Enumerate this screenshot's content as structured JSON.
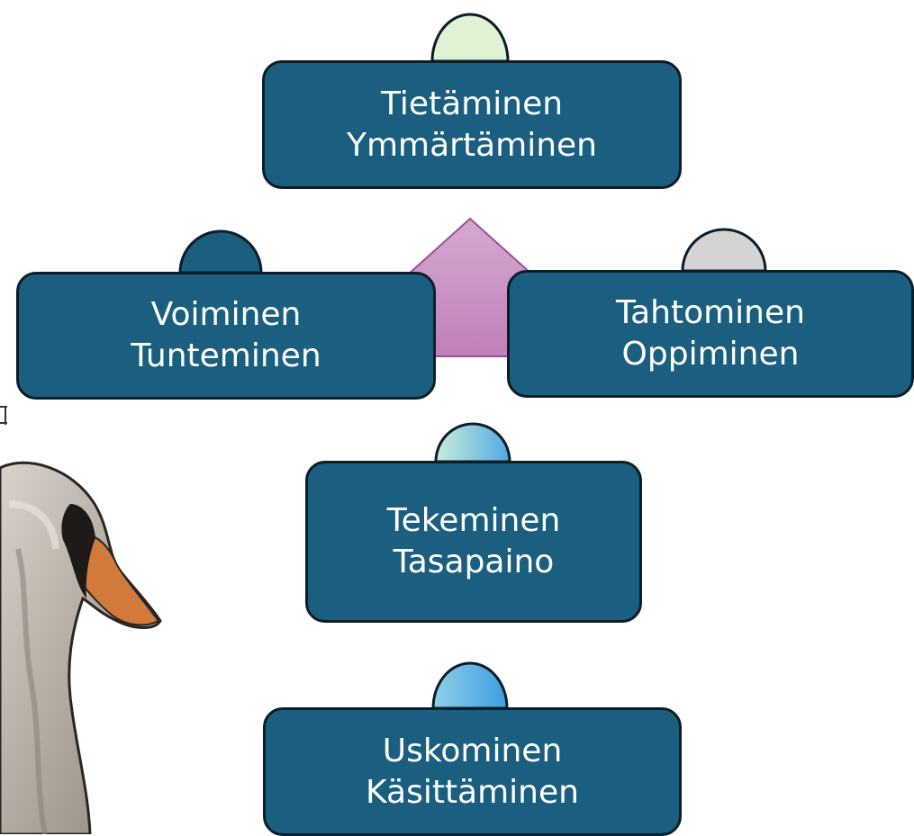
{
  "diagram": {
    "boxes": [
      {
        "id": "tietaminen",
        "lines": [
          "Tietäminen",
          "Ymmärtäminen"
        ],
        "bump_color": "#dff2d4"
      },
      {
        "id": "voiminen",
        "lines": [
          "Voiminen",
          "Tunteminen"
        ],
        "bump_color": "#1b5f80"
      },
      {
        "id": "tahtominen",
        "lines": [
          "Tahtominen",
          "Oppiminen"
        ],
        "bump_color": "#d4d4d4"
      },
      {
        "id": "tekeminen",
        "lines": [
          "Tekeminen",
          "Tasapaino"
        ],
        "bump_color": "#a8ddc8"
      },
      {
        "id": "uskominen",
        "lines": [
          "Uskominen",
          "Käsittäminen"
        ],
        "bump_color": "#5fb6e4"
      }
    ],
    "center_shape": {
      "type": "pentagon",
      "color": "#c68bbf"
    },
    "colors": {
      "box_fill": "#1b5f80",
      "box_border": "#0b1d28",
      "box_text": "#ffffff"
    },
    "image": {
      "subject": "swan",
      "position": "bottom-left"
    }
  }
}
